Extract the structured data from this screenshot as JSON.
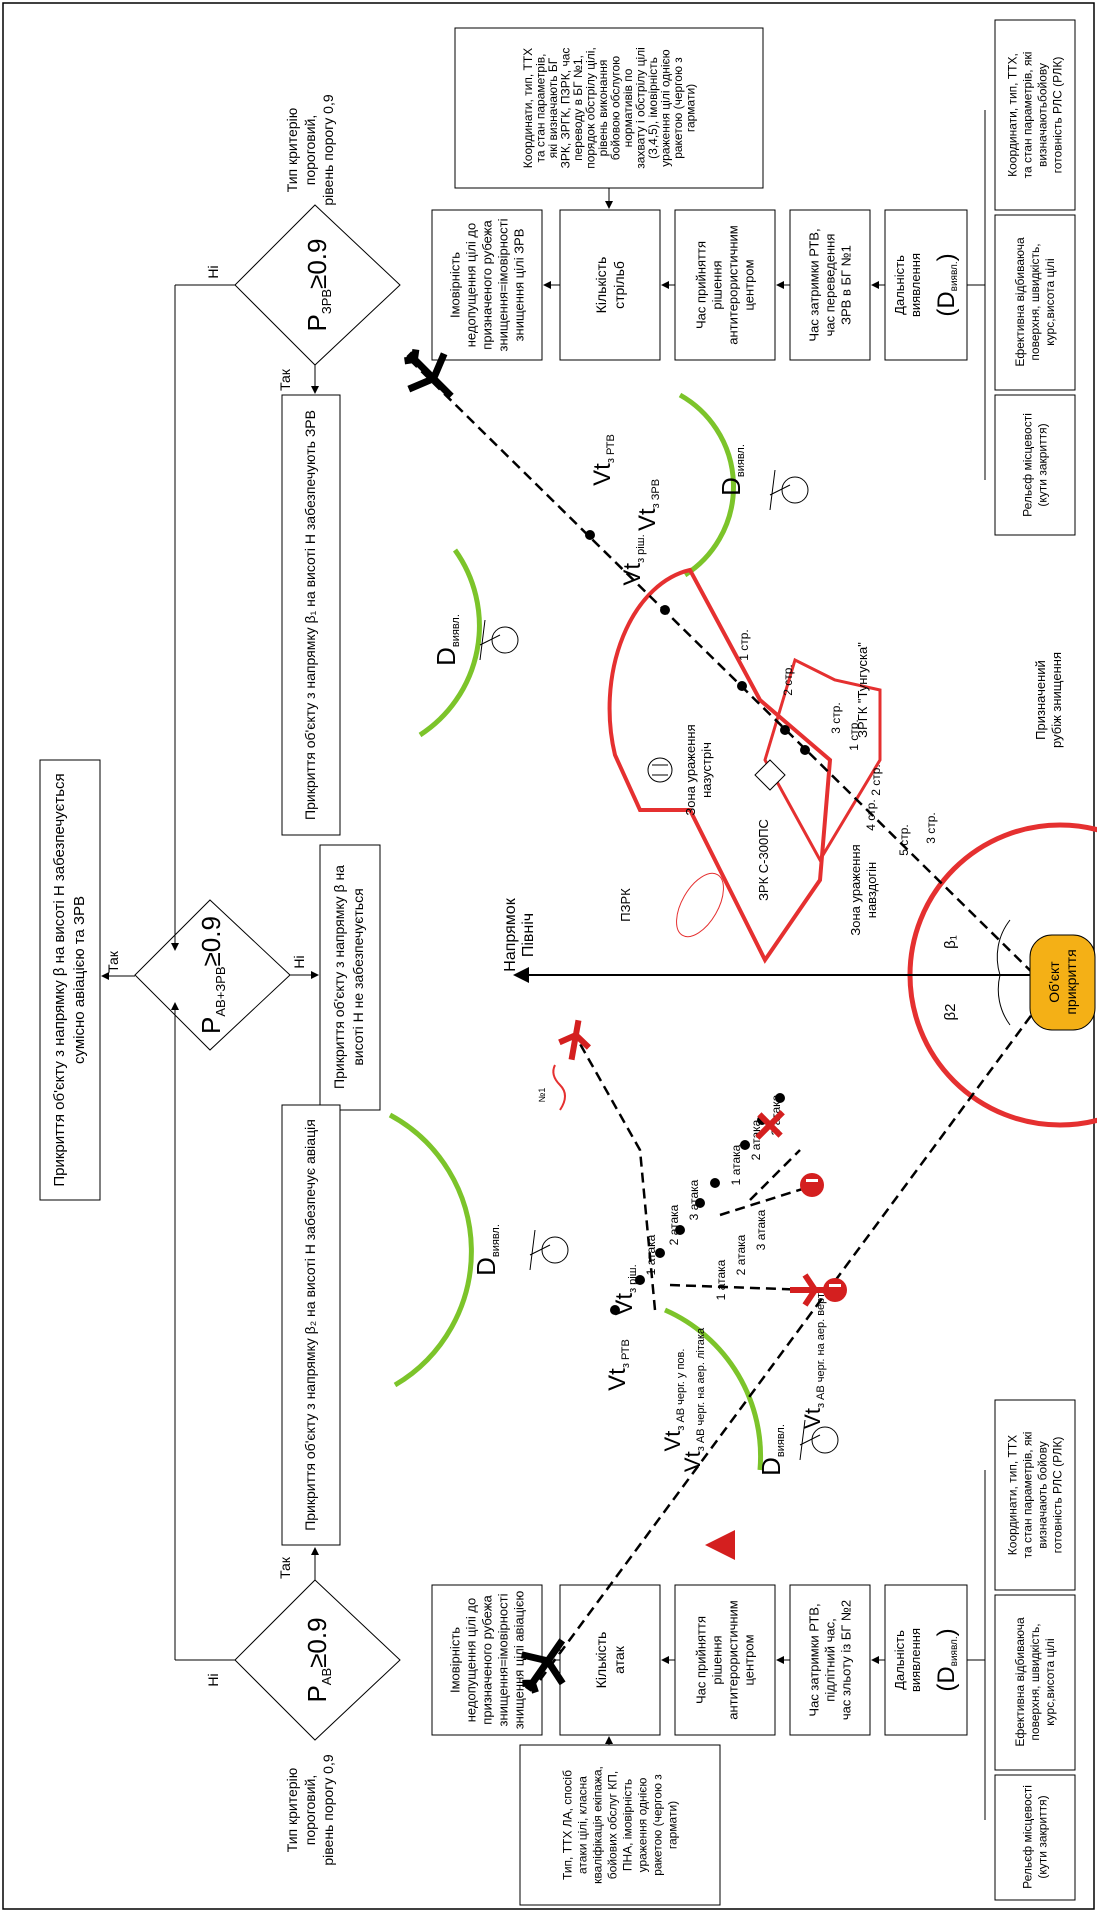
{
  "top_criterion": [
    "Тип критерію",
    "пороговий,",
    "рівень порогу 0,9"
  ],
  "bottom_criterion": [
    "Тип критерію",
    "пороговий,",
    "рівень порогу 0,9"
  ],
  "top_formula": "Р",
  "top_formula_sub": "ЗРВ",
  "top_formula_cmp": "≥0.9",
  "mid_formula": "Р",
  "mid_formula_sub": "АВ+ЗРВ",
  "mid_formula_cmp": "≥0.9",
  "bot_formula": "Р",
  "bot_formula_sub": "АВ",
  "bot_formula_cmp": "≥0.9",
  "yes": "Так",
  "no": "Ні",
  "top_yes": "Так",
  "top_no": "Ні",
  "mid_yes": "Так",
  "mid_no": "Ні",
  "bot_yes": "Так",
  "bot_no": "Ні",
  "combined_cover": [
    "Прикриття об'єкту з напрямку β на висоті Н забезпечується",
    "сумісно авіацією та ЗРВ"
  ],
  "no_cover": [
    "Прикриття об'єкту з напрямку β на",
    "висоті Н не забезпечується"
  ],
  "top_cover": "Прикриття об'єкту з напрямку β₁ на висоті Н забезпечують ЗРВ",
  "bot_cover": "Прикриття об'єкту з напрямку β₂ на висоті Н забезпечує авіація",
  "top_chain": {
    "prob": [
      "Імовірність",
      "недопущення цілі до",
      "призначеного рубежа",
      "знищення=імовірності",
      "знищення цілі ЗРВ"
    ],
    "count": [
      "Кількість",
      "стрільб"
    ],
    "decision": [
      "Час прийняття",
      "рішення",
      "антитерористичним",
      "центром"
    ],
    "delay": [
      "Час затримки РТВ,",
      "час переведення",
      "ЗРВ в БГ №1"
    ],
    "range": [
      "Дальність",
      "виявлення"
    ],
    "range_sym": "D",
    "range_sub": "виявл.",
    "params": [
      "Координати, тип, ТТХ",
      "та стан параметрів,",
      "які визначають БГ",
      "ЗРК, ЗРГК, ПЗРК, час",
      "переводу в БГ №1,",
      "порядок обстрілу цілі,",
      "рівень виконання",
      "бойовою обслугою",
      "нормативів по",
      "захвату і обстрілу цілі",
      "(3,4,5), імовірність",
      "ураження цілі однією",
      "ракетою (чергою з",
      "гармати)"
    ],
    "in_relief": [
      "Рельєф місцевості",
      "(кути закриття)"
    ],
    "in_rcs": [
      "Ефективна відбиваюча",
      "поверхня, швидкість,",
      "курс,висота цілі"
    ],
    "in_coords": [
      "Координати, тип, ТТХ,",
      "та стан параметрів, які",
      "визначаютьбойову",
      "готовність РЛС (РЛК)"
    ]
  },
  "bot_chain": {
    "prob": [
      "Імовірність",
      "недопущення цілі до",
      "призначеного рубежа",
      "знищення=імовірності",
      "знищення цілі авіацією"
    ],
    "count": [
      "Кількість",
      "атак"
    ],
    "decision": [
      "Час прийняття",
      "рішення",
      "антитерористичним",
      "центром"
    ],
    "delay": [
      "Час затримки РТВ,",
      "підлітний час,",
      "час зльоту із БГ №2"
    ],
    "range": [
      "Дальність",
      "виявлення"
    ],
    "range_sym": "D",
    "range_sub": "виявл.",
    "params": [
      "Тип, ТТХ ЛА, спосіб",
      "атаки цілі, класна",
      "кваліфікація екіпажа,",
      "бойових обслуг КП,",
      "ПНА, імовірність",
      "ураження однією",
      "ракетою (чергою з",
      "гармати)"
    ],
    "in_relief": [
      "Рельєф місцевості",
      "(кути закриття)"
    ],
    "in_rcs": [
      "Ефективна відбиваюча",
      "поверхня, швидкість,",
      "курс,висота цілі"
    ],
    "in_coords": [
      "Координати, тип, ТТХ",
      "та стан параметрів, які",
      "визначають бойову",
      "готовність РЛС (РЛК)"
    ]
  },
  "map": {
    "north": [
      "Напрямок",
      "Північ"
    ],
    "object": [
      "Об'єкт",
      "прикриття"
    ],
    "beta1": "β₁",
    "beta2": "β2",
    "zrk": "ЗРК С-300ПС",
    "zrgk": "ЗРГК \"Тунгуска\"",
    "pzrk": "ПЗРК",
    "zone_meet": [
      "Зона ураження",
      "назустріч"
    ],
    "zone_chase": [
      "Зона ураження",
      "навздогін"
    ],
    "boundary": [
      "Призначений",
      "рубіж знищення"
    ],
    "d_label": "D",
    "d_sub": "виявл.",
    "shots": [
      "1 стр.",
      "2 стр.",
      "3 стр.",
      "4 стр.",
      "5 стр."
    ],
    "shots2": [
      "1 стр.",
      "2 стр.",
      "3 стр."
    ],
    "attacks": [
      "1 атака",
      "2 атака",
      "3 атака"
    ],
    "v_rtv": "Vt",
    "v_rtv_sub": "з РТВ",
    "v_zrv_sub": "з ЗРВ",
    "v_rish_sub": "з ріш.",
    "v_av1": "Vt",
    "v_av1_sub": "з АВ черг. у пов.",
    "v_av2_sub": "з АВ черг. на аер. літака",
    "v_av3_sub": "з АВ черг. на аер. верт.",
    "plane_tag": "№1"
  },
  "colors": {
    "zone": "#e53030",
    "radar": "#7cc42a",
    "object": "#f4b016",
    "aircraft": "#d41f1f"
  }
}
